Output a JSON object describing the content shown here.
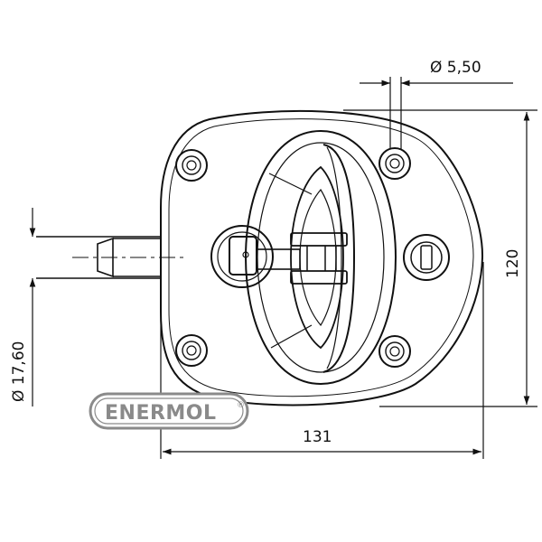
{
  "dimensions": {
    "hole_diameter": "Ø  5,50",
    "height": "120",
    "width": "131",
    "shaft_diameter": "Ø  17,60"
  },
  "logo": {
    "text": "ENERMOL",
    "registered_mark": "®"
  },
  "colors": {
    "line": "#111111",
    "logo_gray": "#8a8a8a"
  }
}
